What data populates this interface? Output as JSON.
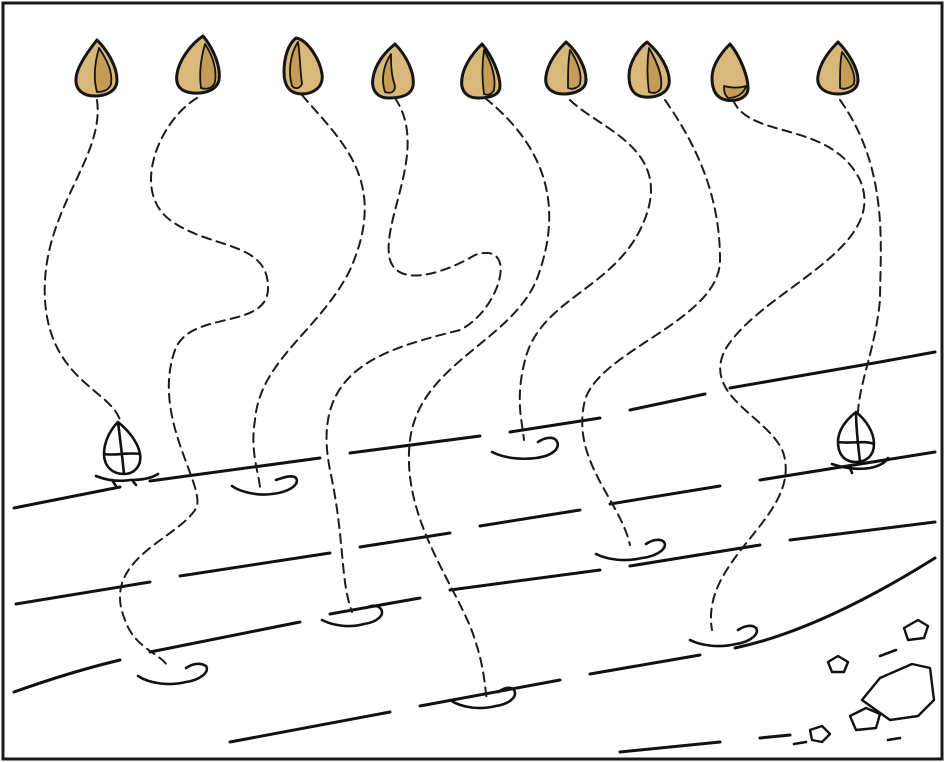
{
  "scene": {
    "subject": "seeds-falling-into-soil-furrows",
    "colors": {
      "seed": "#d9b87a",
      "seed_shadow": "#c49c56",
      "ink": "#111111",
      "background": "#ffffff"
    },
    "seed_count": 9,
    "furrow_count": 4,
    "planted_hole_count": 9,
    "sprouted_seed_count": 2,
    "clod_count": 5
  }
}
